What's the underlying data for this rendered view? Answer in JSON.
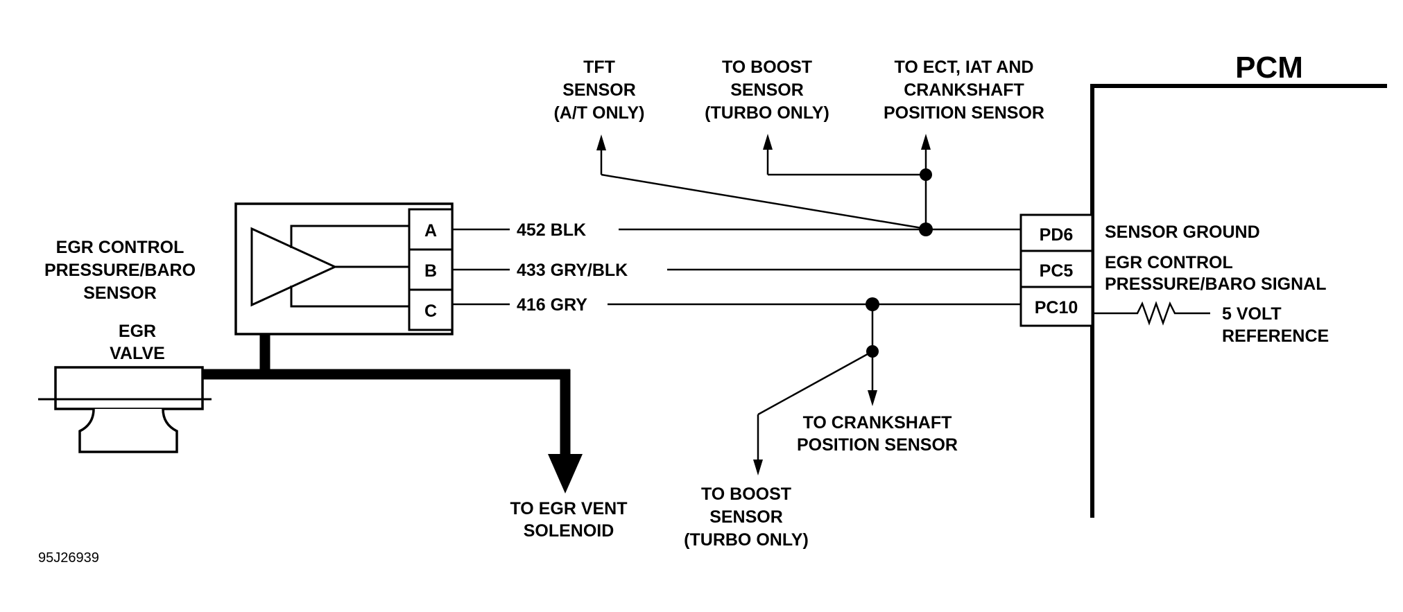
{
  "pcm_title": "PCM",
  "labels": {
    "tft_sensor": [
      "TFT",
      "SENSOR",
      "(A/T ONLY)"
    ],
    "boost_top": [
      "TO BOOST",
      "SENSOR",
      "(TURBO ONLY)"
    ],
    "ect_iat": [
      "TO ECT, IAT AND",
      "CRANKSHAFT",
      "POSITION SENSOR"
    ],
    "egr_control_sensor": [
      "EGR CONTROL",
      "PRESSURE/BARO",
      "SENSOR"
    ],
    "egr_valve": [
      "EGR",
      "VALVE"
    ],
    "egr_vent": [
      "TO EGR VENT",
      "SOLENOID"
    ],
    "crankshaft": [
      "TO CRANKSHAFT",
      "POSITION SENSOR"
    ],
    "boost_bottom": [
      "TO BOOST",
      "SENSOR",
      "(TURBO ONLY)"
    ],
    "sensor_ground": [
      "SENSOR GROUND"
    ],
    "egr_signal": [
      "EGR CONTROL",
      "PRESSURE/BARO SIGNAL"
    ],
    "five_volt": [
      "5 VOLT",
      "REFERENCE"
    ]
  },
  "sensor_pins": [
    "A",
    "B",
    "C"
  ],
  "wires": [
    "452 BLK",
    "433 GRY/BLK",
    "416 GRY"
  ],
  "pcm_pins": [
    "PD6",
    "PC5",
    "PC10"
  ],
  "figure_id": "95J26939"
}
